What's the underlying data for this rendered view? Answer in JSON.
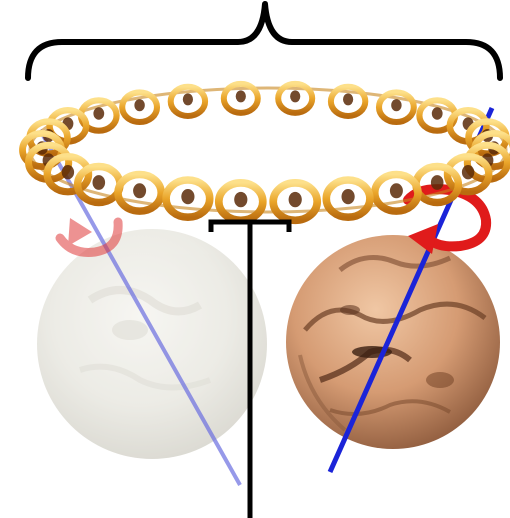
{
  "diagram": {
    "labels": [],
    "colors": {
      "brace": "#000000",
      "coil_gold": "#e8a020",
      "coil_dark": "#5a2a08",
      "axis_blue": "#2633d9",
      "rotation_red": "#e01b1b",
      "planet_left": "#e6e6e0",
      "planet_right": "#c98a62"
    },
    "elements": [
      "top-curly-brace",
      "coiled-ring",
      "left-faded-planet",
      "left-rotation-axis",
      "left-rotation-arrow",
      "right-planet",
      "right-rotation-axis",
      "right-rotation-arrow",
      "bottom-bracket-pointer"
    ]
  }
}
